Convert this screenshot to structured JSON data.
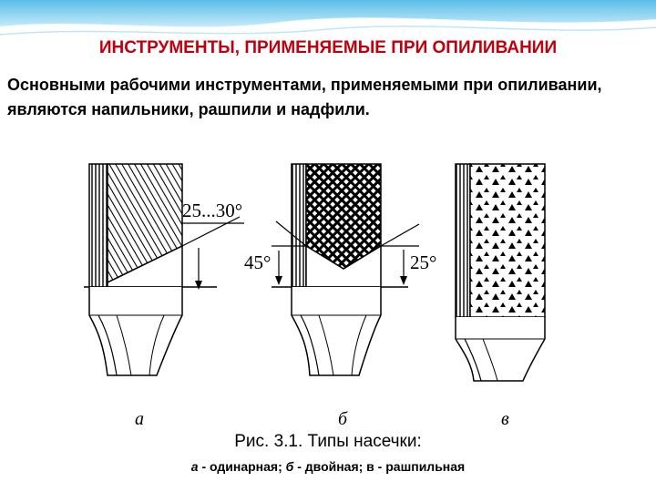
{
  "slide": {
    "title": "ИНСТРУМЕНТЫ, ПРИМЕНЯЕМЫЕ ПРИ ОПИЛИВАНИИ",
    "body": "Основными рабочими инструментами, применяемыми при опиливании, являются напильники, рашпили и надфили."
  },
  "figure": {
    "angle_a": "25...30°",
    "angle_b_left": "45°",
    "angle_b_right": "25°",
    "label_a": "а",
    "label_b": "б",
    "label_c": "в"
  },
  "caption": {
    "title": "Рис. 3.1. Типы насечки:",
    "a_letter": "а",
    "a_text": " - одинарная; ",
    "b_letter": "б",
    "b_text": " - двойная; в - рашпильная"
  },
  "colors": {
    "title_red": "#c0000c",
    "band_blue": "#6fc6ee"
  }
}
